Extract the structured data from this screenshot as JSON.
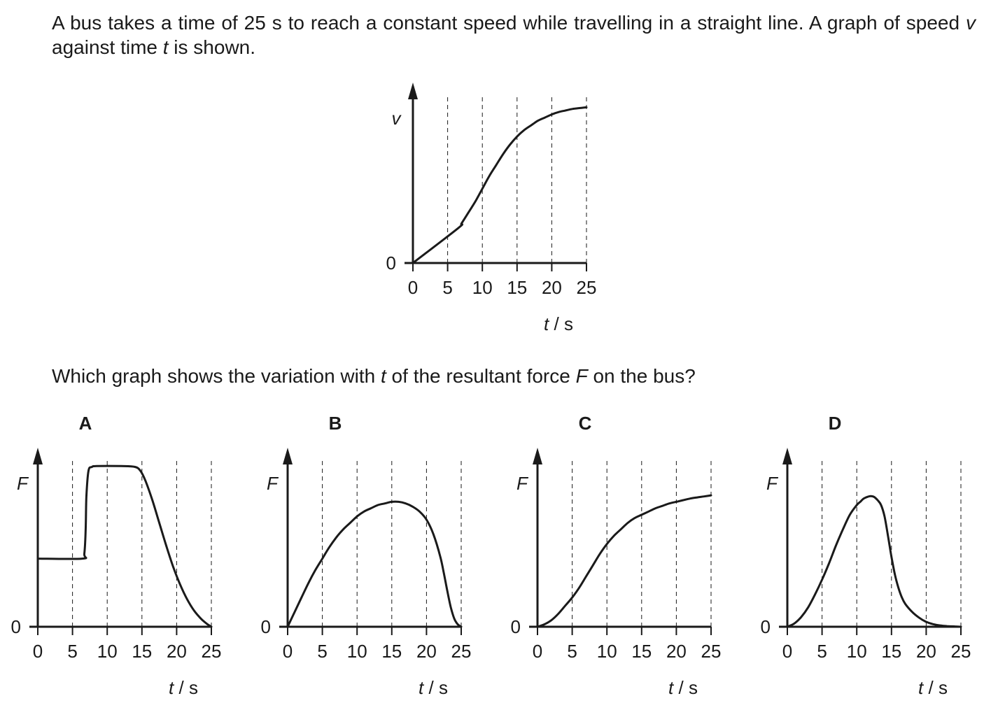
{
  "intro": {
    "part1": "A bus takes a time of 25 s to reach a constant speed while travelling in a straight line. A graph of speed ",
    "var_v": "v",
    "part2": " against time ",
    "var_t": "t",
    "part3": " is shown."
  },
  "question": {
    "part1": "Which graph shows the variation with ",
    "var_t": "t",
    "part2": " of the resultant force ",
    "var_F": "F",
    "part3": " on the bus?"
  },
  "chart_data": [
    {
      "id": "speed-graph",
      "type": "line",
      "title": "",
      "ylabel": "v",
      "xlabel_var": "t",
      "xlabel_unit": "/ s",
      "y_zero_label": "0",
      "xticks": [
        "0",
        "5",
        "10",
        "15",
        "20",
        "25"
      ],
      "xlim": [
        0,
        25
      ],
      "ylim": [
        0,
        1
      ],
      "grid": "vertical-dashed",
      "x": [
        0,
        6.5,
        7,
        8,
        9,
        10,
        11,
        12,
        13,
        14,
        15,
        16,
        17,
        18,
        19,
        20,
        21,
        22,
        23,
        24,
        25
      ],
      "y": [
        0,
        0.22,
        0.25,
        0.32,
        0.39,
        0.47,
        0.55,
        0.62,
        0.69,
        0.75,
        0.8,
        0.84,
        0.87,
        0.9,
        0.92,
        0.94,
        0.955,
        0.965,
        0.975,
        0.98,
        0.985
      ]
    },
    {
      "id": "option-a",
      "type": "line",
      "title": "A",
      "ylabel": "F",
      "xlabel_var": "t",
      "xlabel_unit": "/ s",
      "y_zero_label": "0",
      "xticks": [
        "0",
        "5",
        "10",
        "15",
        "20",
        "25"
      ],
      "xlim": [
        0,
        25
      ],
      "ylim": [
        0,
        1
      ],
      "grid": "vertical-dashed",
      "x": [
        0,
        6.4,
        6.7,
        6.9,
        7.0,
        7.3,
        7.8,
        8.5,
        12,
        14,
        14.8,
        15.5,
        16.5,
        17.5,
        18.5,
        19.5,
        20.5,
        21.5,
        22.5,
        23.5,
        24.3,
        25
      ],
      "y": [
        0.42,
        0.42,
        0.45,
        0.6,
        0.8,
        0.96,
        0.985,
        0.99,
        0.99,
        0.985,
        0.96,
        0.9,
        0.78,
        0.64,
        0.5,
        0.37,
        0.26,
        0.17,
        0.1,
        0.05,
        0.02,
        0
      ]
    },
    {
      "id": "option-b",
      "type": "line",
      "title": "B",
      "ylabel": "F",
      "xlabel_var": "t",
      "xlabel_unit": "/ s",
      "y_zero_label": "0",
      "xticks": [
        "0",
        "5",
        "10",
        "15",
        "20",
        "25"
      ],
      "xlim": [
        0,
        25
      ],
      "ylim": [
        0,
        1
      ],
      "grid": "vertical-dashed",
      "x": [
        0,
        1,
        2,
        3,
        4,
        5,
        6,
        7,
        8,
        9,
        10,
        11,
        12,
        13,
        14,
        15,
        16,
        17,
        18,
        19,
        20,
        21,
        22,
        22.5,
        23,
        23.5,
        24,
        24.5,
        25
      ],
      "y": [
        0,
        0.09,
        0.18,
        0.27,
        0.35,
        0.42,
        0.49,
        0.55,
        0.6,
        0.64,
        0.68,
        0.71,
        0.73,
        0.75,
        0.76,
        0.77,
        0.77,
        0.76,
        0.74,
        0.71,
        0.66,
        0.57,
        0.43,
        0.33,
        0.22,
        0.12,
        0.05,
        0.015,
        0
      ]
    },
    {
      "id": "option-c",
      "type": "line",
      "title": "C",
      "ylabel": "F",
      "xlabel_var": "t",
      "xlabel_unit": "/ s",
      "y_zero_label": "0",
      "xticks": [
        "0",
        "5",
        "10",
        "15",
        "20",
        "25"
      ],
      "xlim": [
        0,
        25
      ],
      "ylim": [
        0,
        1
      ],
      "grid": "vertical-dashed",
      "x": [
        0,
        1,
        2,
        3,
        4,
        5,
        6,
        7,
        8,
        9,
        10,
        11,
        12,
        13,
        14,
        15,
        16,
        17,
        18,
        19,
        20,
        21,
        22,
        23,
        24,
        25
      ],
      "y": [
        0,
        0.015,
        0.04,
        0.08,
        0.13,
        0.18,
        0.24,
        0.31,
        0.38,
        0.45,
        0.51,
        0.56,
        0.6,
        0.64,
        0.67,
        0.69,
        0.71,
        0.73,
        0.745,
        0.76,
        0.77,
        0.78,
        0.79,
        0.797,
        0.803,
        0.81
      ]
    },
    {
      "id": "option-d",
      "type": "line",
      "title": "D",
      "ylabel": "F",
      "xlabel_var": "t",
      "xlabel_unit": "/ s",
      "y_zero_label": "0",
      "xticks": [
        "0",
        "5",
        "10",
        "15",
        "20",
        "25"
      ],
      "xlim": [
        0,
        25
      ],
      "ylim": [
        0,
        1
      ],
      "grid": "vertical-dashed",
      "x": [
        0,
        1,
        2,
        3,
        4,
        5,
        6,
        7,
        8,
        9,
        10,
        10.5,
        11,
        11.5,
        12,
        12.5,
        13,
        13.5,
        14,
        14.5,
        15,
        15.5,
        16,
        16.5,
        17,
        18,
        19,
        20,
        21,
        22,
        23,
        24,
        25
      ],
      "y": [
        0,
        0.02,
        0.06,
        0.12,
        0.2,
        0.29,
        0.39,
        0.5,
        0.6,
        0.69,
        0.75,
        0.77,
        0.79,
        0.8,
        0.805,
        0.8,
        0.78,
        0.75,
        0.68,
        0.56,
        0.43,
        0.32,
        0.24,
        0.18,
        0.14,
        0.09,
        0.055,
        0.03,
        0.016,
        0.008,
        0.004,
        0.002,
        0
      ]
    }
  ]
}
